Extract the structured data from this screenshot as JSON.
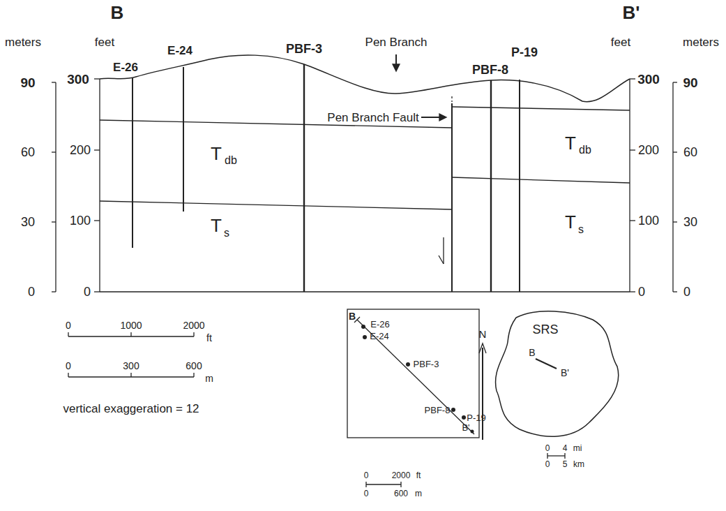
{
  "diagram": {
    "labels": [
      "B",
      "B'",
      "meters",
      "feet",
      "feet",
      "meters",
      "90",
      "300",
      "60",
      "200",
      "30",
      "100",
      "0",
      "0",
      "300",
      "90",
      "200",
      "60",
      "100",
      "30",
      "0",
      "0",
      "E-26",
      "E-24",
      "PBF-3",
      "Pen Branch",
      "PBF-8",
      "P-19",
      "T",
      "db",
      "T",
      "s",
      "T",
      "db",
      "T",
      "s",
      "Pen Branch Fault",
      "0",
      "1000",
      "2000",
      "ft",
      "0",
      "300",
      "600",
      "m",
      "vertical exaggeration = 12",
      "B",
      "E-26",
      "E-24",
      "PBF-3",
      "PBF-8",
      "P-19",
      "B'",
      "N",
      "SRS",
      "B",
      "B'",
      "0",
      "4",
      "mi",
      "0",
      "5",
      "km",
      "0",
      "2000",
      "ft",
      "0",
      "600",
      "m"
    ]
  }
}
